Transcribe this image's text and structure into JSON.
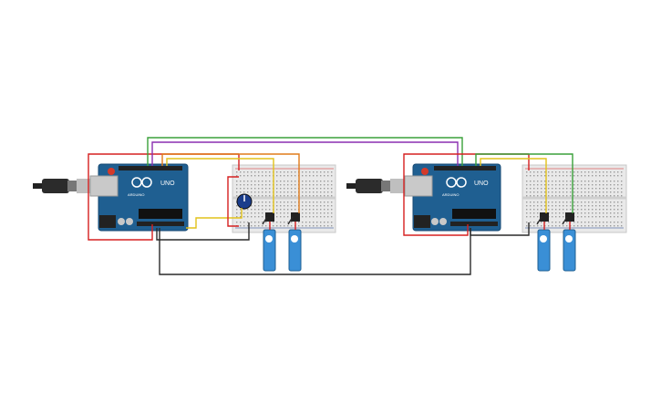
{
  "canvas": {
    "background": "#ffffff"
  },
  "colors": {
    "board": "#1f5f91",
    "board_dark": "#174a73",
    "breadboard": "#e9e9e9",
    "breadboard_edge": "#c8c8c8",
    "servo": "#3a8fd6",
    "wire_red": "#d62020",
    "wire_green": "#3aa13a",
    "wire_purple": "#8a2fb0",
    "wire_yellow": "#e2c21b",
    "wire_orange": "#e07b1a",
    "wire_black": "#2a2a2a",
    "pot": "#1a3d8c"
  },
  "boards": [
    {
      "id": "left",
      "label": "UNO",
      "brand": "ARDUINO"
    },
    {
      "id": "right",
      "label": "UNO",
      "brand": "ARDUINO"
    }
  ],
  "icons": {
    "usb": "usb-plug-icon",
    "potentiometer": "potentiometer-icon",
    "servo": "servo-motor-icon"
  }
}
